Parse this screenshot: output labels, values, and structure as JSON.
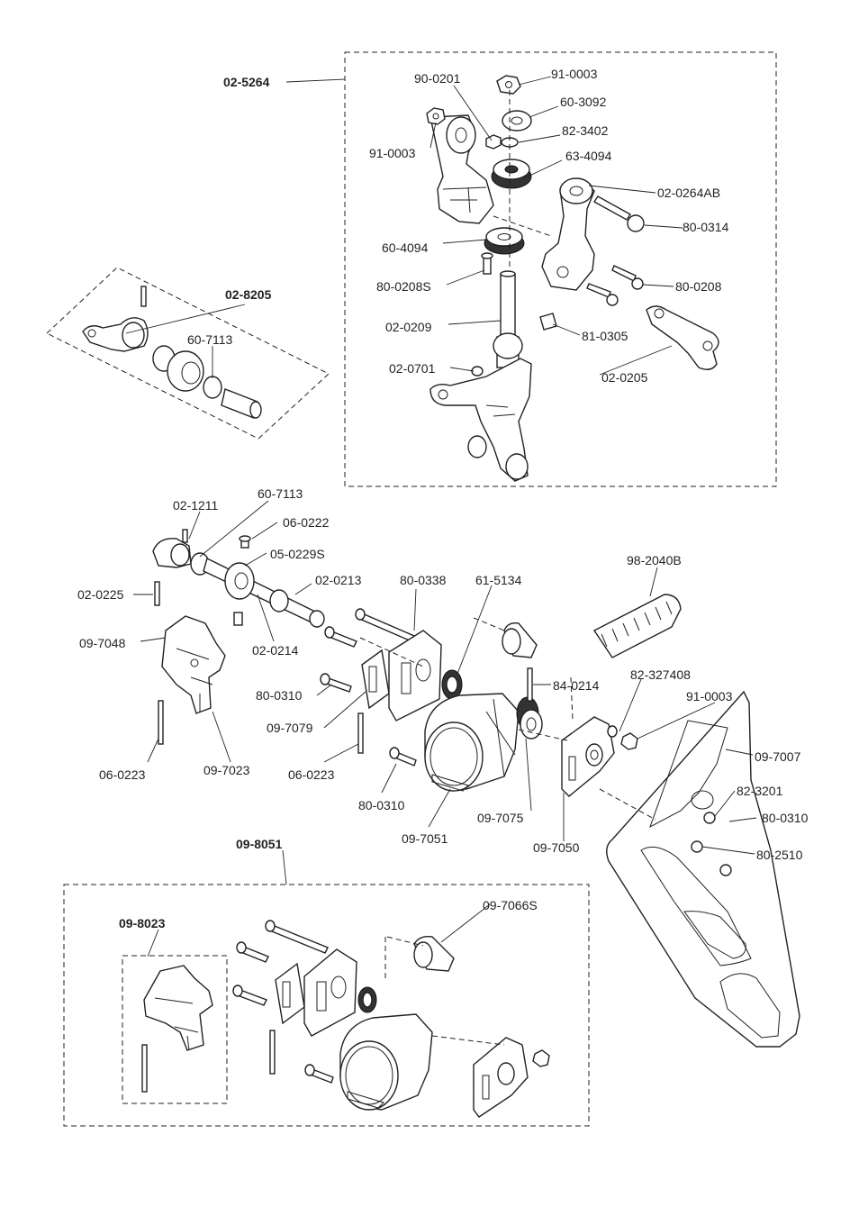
{
  "groups": {
    "g1": "02-5264",
    "g2": "02-8205",
    "g3": "09-8051",
    "g4": "09-8023"
  },
  "labels": {
    "l_90_0201": "90-0201",
    "l_91_0003_a": "91-0003",
    "l_60_3092": "60-3092",
    "l_82_3402": "82-3402",
    "l_91_0003_b": "91-0003",
    "l_63_4094": "63-4094",
    "l_02_0264AB": "02-0264AB",
    "l_80_0314": "80-0314",
    "l_60_4094": "60-4094",
    "l_80_0208S": "80-0208S",
    "l_80_0208": "80-0208",
    "l_02_0209": "02-0209",
    "l_81_0305": "81-0305",
    "l_02_0701": "02-0701",
    "l_02_0205": "02-0205",
    "l_60_7113_a": "60-7113",
    "l_02_1211": "02-1211",
    "l_60_7113_b": "60-7113",
    "l_06_0222": "06-0222",
    "l_05_0229S": "05-0229S",
    "l_02_0213": "02-0213",
    "l_80_0338": "80-0338",
    "l_61_5134": "61-5134",
    "l_98_2040B": "98-2040B",
    "l_02_0225": "02-0225",
    "l_02_0214": "02-0214",
    "l_09_7048": "09-7048",
    "l_80_0310_a": "80-0310",
    "l_84_0214": "84-0214",
    "l_82_327408": "82-327408",
    "l_91_0003_c": "91-0003",
    "l_09_7079": "09-7079",
    "l_09_7007": "09-7007",
    "l_06_0223_a": "06-0223",
    "l_09_7023": "09-7023",
    "l_06_0223_b": "06-0223",
    "l_80_0310_b": "80-0310",
    "l_82_3201": "82-3201",
    "l_80_0310_c": "80-0310",
    "l_09_7075": "09-7075",
    "l_09_7051": "09-7051",
    "l_09_7050": "09-7050",
    "l_80_2510": "80-2510",
    "l_09_7066S": "09-7066S"
  }
}
